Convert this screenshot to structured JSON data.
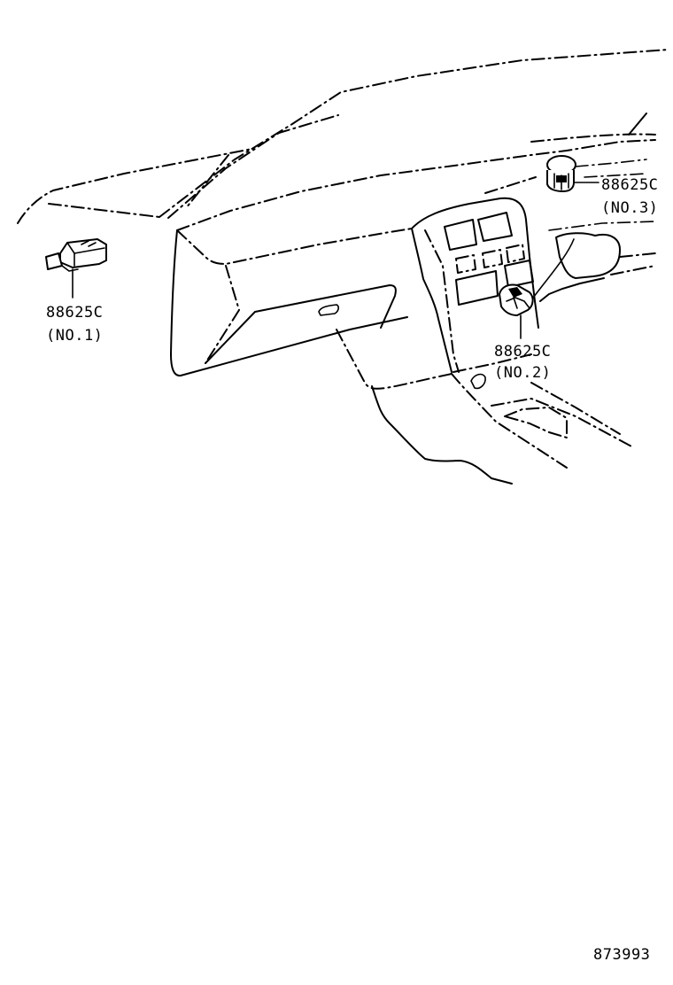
{
  "diagram": {
    "parts": [
      {
        "part_number": "88625C",
        "position": "(NO.1)"
      },
      {
        "part_number": "88625C",
        "position": "(NO.2)"
      },
      {
        "part_number": "88625C",
        "position": "(NO.3)"
      }
    ],
    "figure_number": "873993"
  }
}
